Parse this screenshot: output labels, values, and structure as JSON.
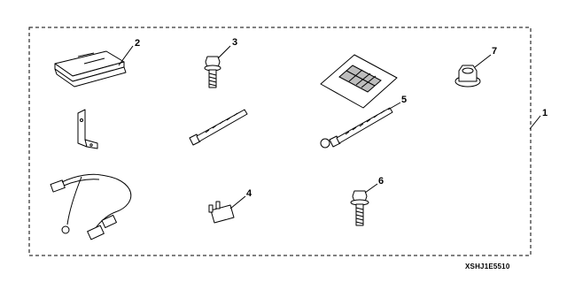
{
  "diagram": {
    "callouts": {
      "kit": "1",
      "manual": "2",
      "bolt_small": "3",
      "relay_fuse": "4",
      "clamp_tie": "5",
      "bolt_large": "6",
      "nut": "7"
    },
    "figure_code": "XSHJ1E5510"
  }
}
